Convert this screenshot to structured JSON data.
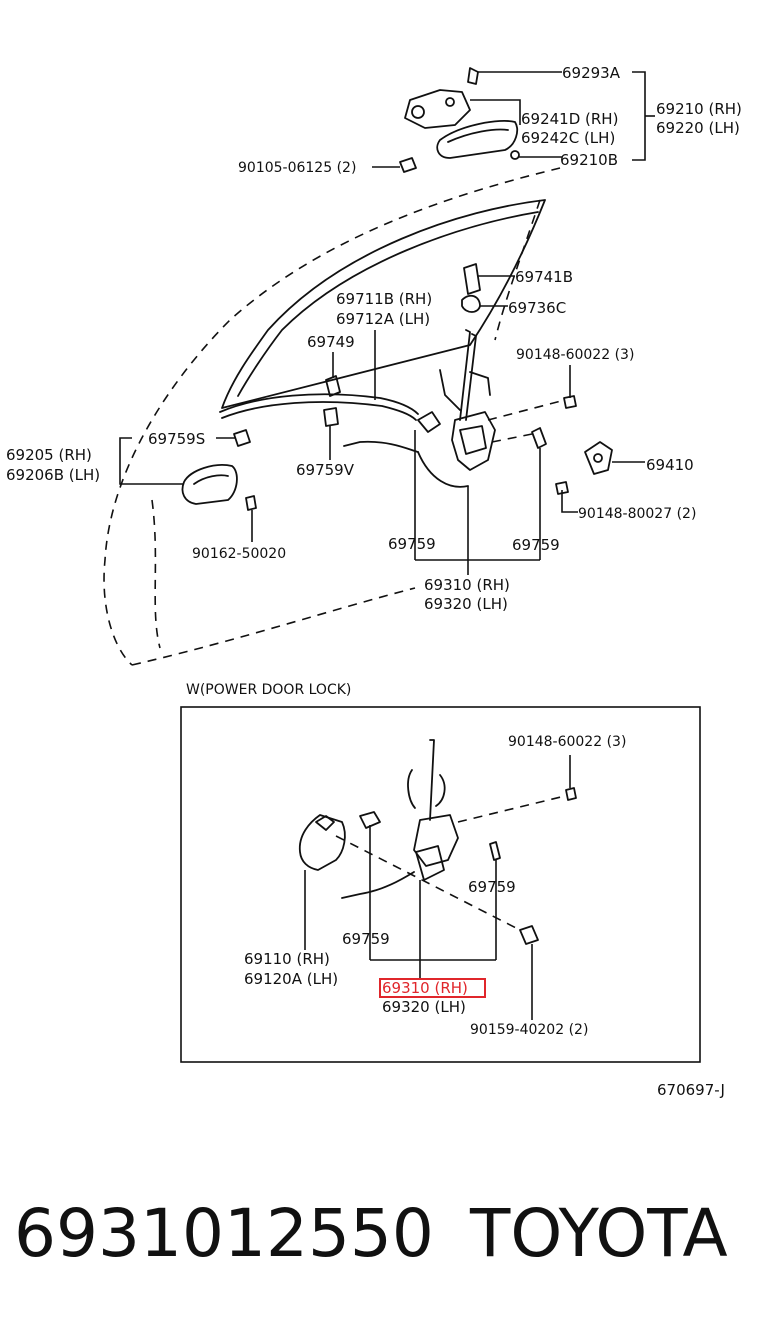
{
  "diagram": {
    "labels": {
      "p69293a": "69293A",
      "p69241d": "69241D (RH)",
      "p69242c": "69242C (LH)",
      "p69210": "69210 (RH)",
      "p69220": "69220 (LH)",
      "p69210b": "69210B",
      "p90105": "90105-06125 (2)",
      "p69741b": "69741B",
      "p69736c": "69736C",
      "p69711b": "69711B (RH)",
      "p69712a": "69712A (LH)",
      "p69749": "69749",
      "p90148a": "90148-60022 (3)",
      "p69759s": "69759S",
      "p69205": "69205  (RH)",
      "p69206b": "69206B (LH)",
      "p69759v": "69759V",
      "p69410": "69410",
      "p90148b": "90148-80027 (2)",
      "p90162": "90162-50020",
      "p69759a": "69759",
      "p69759b": "69759",
      "p69310": "69310 (RH)",
      "p69320": "69320 (LH)"
    },
    "inset": {
      "title": "W(POWER DOOR LOCK)",
      "labels": {
        "p90148": "90148-60022 (3)",
        "p69759a": "69759",
        "p69759b": "69759",
        "p69110": "69110  (RH)",
        "p69120a": "69120A (LH)",
        "p69310": "69310 (RH)",
        "p69320": "69320 (LH)",
        "p90159": "90159-40202 (2)"
      },
      "highlight_color": "#e0262b"
    },
    "ref_code": "670697-J"
  },
  "footer": {
    "part_number": "6931012550",
    "brand": "TOYOTA"
  }
}
